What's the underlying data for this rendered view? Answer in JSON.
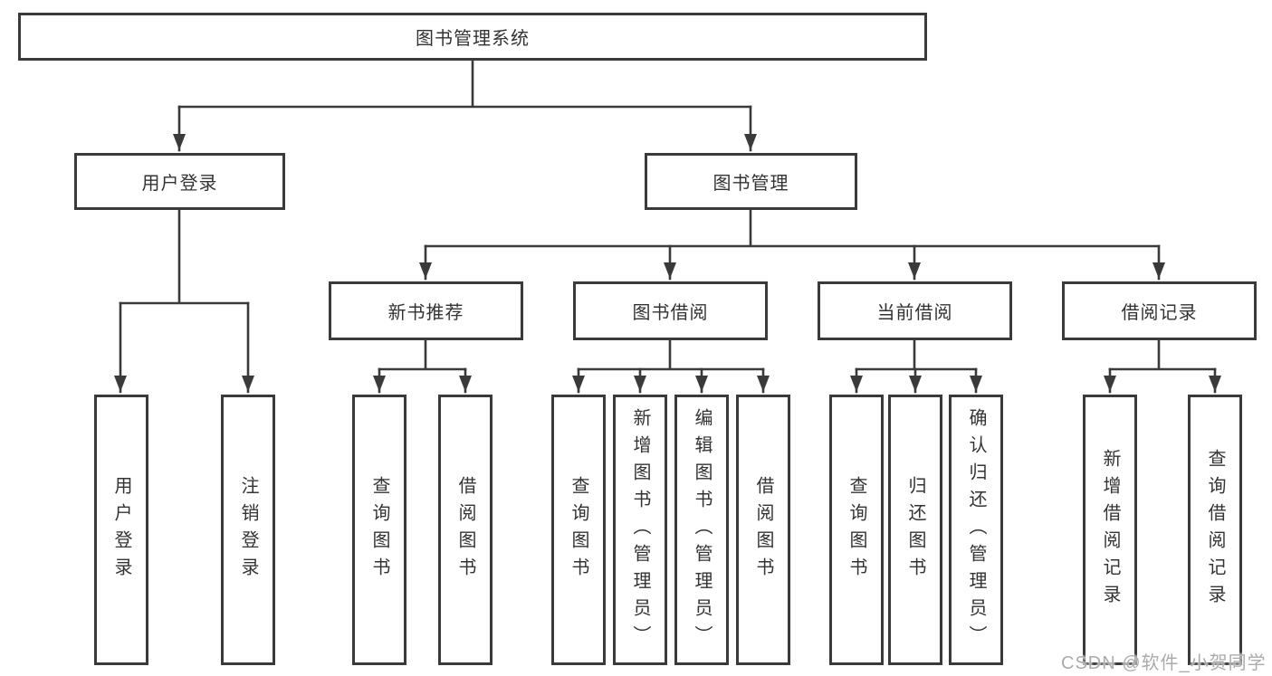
{
  "tree": {
    "root": "图书管理系统",
    "level2": [
      "用户登录",
      "图书管理"
    ],
    "level3": [
      "新书推荐",
      "图书借阅",
      "当前借阅",
      "借阅记录"
    ],
    "leaves": {
      "login": [
        "用户登录",
        "注销登录"
      ],
      "recommend": [
        "查询图书",
        "借阅图书"
      ],
      "borrow": [
        "查询图书",
        "新增图书（管理员）",
        "编辑图书（管理员）",
        "借阅图书"
      ],
      "current": [
        "查询图书",
        "归还图书",
        "确认归还（管理员）"
      ],
      "records": [
        "新增借阅记录",
        "查询借阅记录"
      ]
    }
  },
  "watermark": "CSDN @软件_小贺同学",
  "colors": {
    "line": "#3a3a3a",
    "text": "#333333",
    "box_background": "#ffffff",
    "watermark": "#ababab"
  }
}
